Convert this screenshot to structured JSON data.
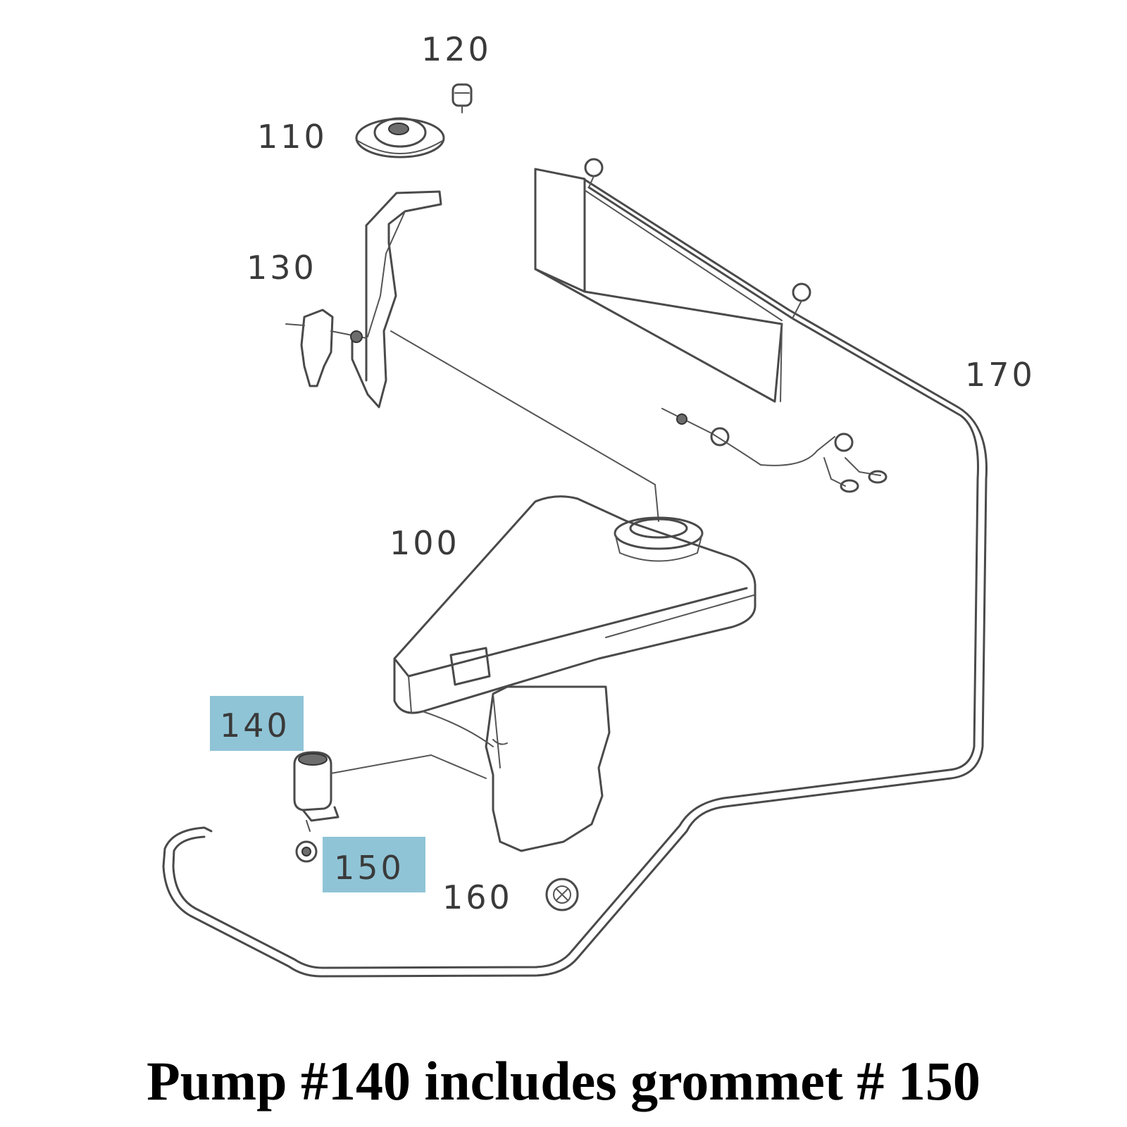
{
  "labels": {
    "p120": "120",
    "p110": "110",
    "p130": "130",
    "p170": "170",
    "p100": "100",
    "p140": "140",
    "p150": "150",
    "p160": "160"
  },
  "highlighted": [
    "140",
    "150"
  ],
  "colors": {
    "highlight": "#8fc4d6",
    "line": "#4a4a4a",
    "caption": "#000000"
  },
  "caption": "Pump #140 includes grommet # 150"
}
